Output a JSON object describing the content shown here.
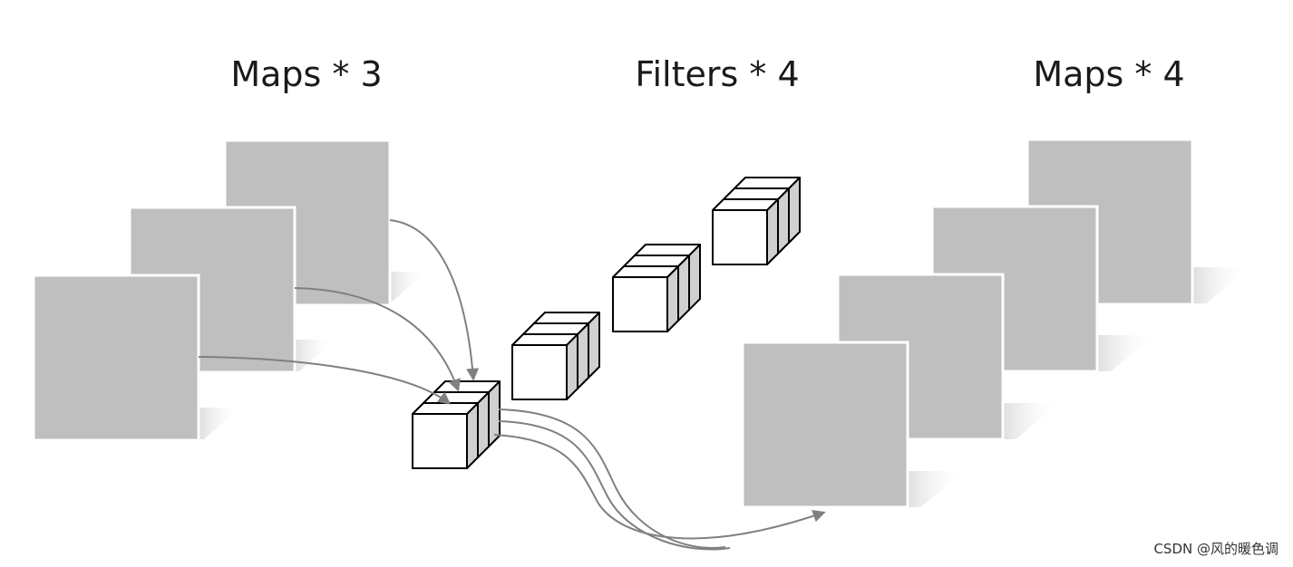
{
  "labels": {
    "input_maps": "Maps * 3",
    "filters": "Filters * 4",
    "output_maps": "Maps * 4"
  },
  "watermark": "CSDN @风的暖色调",
  "colors": {
    "map_fill": "#bfbfbf",
    "map_border": "#ffffff",
    "cube_face": "#ffffff",
    "cube_side": "#d0d0d0",
    "cube_edge": "#000000",
    "arrow": "#808080"
  }
}
